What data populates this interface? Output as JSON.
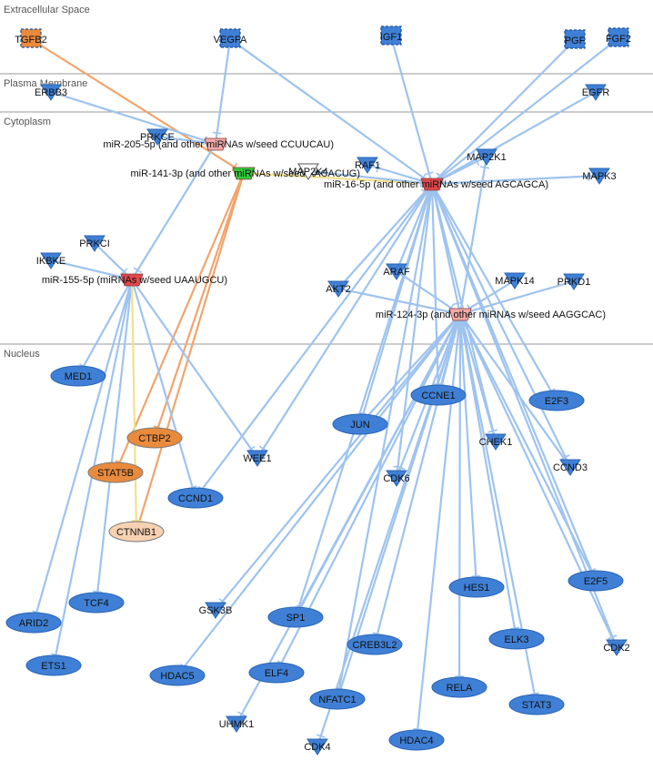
{
  "regions": [
    {
      "id": "extracellular",
      "label": "Extracellular Space"
    },
    {
      "id": "plasma",
      "label": "Plasma Membrane"
    },
    {
      "id": "cytoplasm",
      "label": "Cytoplasm"
    },
    {
      "id": "nucleus",
      "label": "Nucleus"
    }
  ],
  "colors": {
    "edge_default": "#9ec3ee",
    "edge_orange": "#f2a46d",
    "edge_yellow": "#f3e08c",
    "node_blue": "#3f80d6",
    "node_blue_stroke": "#2a64b4",
    "node_orange": "#e98a3d",
    "node_light_orange": "#f7d2b2",
    "mirna_red": "#e0474b",
    "mirna_pink": "#f1aaa8",
    "mirna_green": "#32c83a",
    "region_line": "#999999"
  },
  "nodes": [
    {
      "id": "TGFB2",
      "label": "TGFB2",
      "shape": "dashed-square",
      "color": "orange"
    },
    {
      "id": "VEGFA",
      "label": "VEGFA",
      "shape": "dashed-square",
      "color": "blue"
    },
    {
      "id": "IGF1",
      "label": "IGF1",
      "shape": "dashed-square",
      "color": "blue"
    },
    {
      "id": "PGF",
      "label": "PGF",
      "shape": "dashed-square",
      "color": "blue"
    },
    {
      "id": "FGF2",
      "label": "FGF2",
      "shape": "dashed-square",
      "color": "blue"
    },
    {
      "id": "ERBB3",
      "label": "ERBB3",
      "shape": "triangle",
      "color": "blue"
    },
    {
      "id": "EGFR",
      "label": "EGFR",
      "shape": "triangle",
      "color": "blue"
    },
    {
      "id": "miR205",
      "label": "miR-205-5p (and other miRNAs w/seed CCUUCAU)",
      "shape": "mirna",
      "color": "pink"
    },
    {
      "id": "PRKCE",
      "label": "PRKCE",
      "shape": "triangle",
      "color": "blue"
    },
    {
      "id": "miR141",
      "label": "miR-141-3p (and other miRNAs w/seed AACACUG)",
      "shape": "mirna",
      "color": "green"
    },
    {
      "id": "MAP2K4",
      "label": "MAP2K4",
      "shape": "triangle-outline",
      "color": "none"
    },
    {
      "id": "RAF1",
      "label": "RAF1",
      "shape": "triangle",
      "color": "blue"
    },
    {
      "id": "miR16",
      "label": "miR-16-5p (and other miRNAs w/seed AGCAGCA)",
      "shape": "mirna",
      "color": "red"
    },
    {
      "id": "MAP2K1",
      "label": "MAP2K1",
      "shape": "triangle",
      "color": "blue"
    },
    {
      "id": "MAPK3",
      "label": "MAPK3",
      "shape": "triangle",
      "color": "blue"
    },
    {
      "id": "PRKCI",
      "label": "PRKCI",
      "shape": "triangle",
      "color": "blue"
    },
    {
      "id": "IKBKE",
      "label": "IKBKE",
      "shape": "triangle",
      "color": "blue"
    },
    {
      "id": "miR155",
      "label": "miR-155-5p (miRNAs w/seed UAAUGCU)",
      "shape": "mirna",
      "color": "red"
    },
    {
      "id": "ARAF",
      "label": "ARAF",
      "shape": "triangle",
      "color": "blue"
    },
    {
      "id": "MAPK14",
      "label": "MAPK14",
      "shape": "triangle",
      "color": "blue"
    },
    {
      "id": "PRKD1",
      "label": "PRKD1",
      "shape": "triangle",
      "color": "blue"
    },
    {
      "id": "AKT2",
      "label": "AKT2",
      "shape": "triangle",
      "color": "blue"
    },
    {
      "id": "miR124",
      "label": "miR-124-3p (and other miRNAs w/seed AAGGCAC)",
      "shape": "mirna",
      "color": "pink"
    },
    {
      "id": "MED1",
      "label": "MED1",
      "shape": "ellipse",
      "color": "blue"
    },
    {
      "id": "CCNE1",
      "label": "CCNE1",
      "shape": "ellipse",
      "color": "blue"
    },
    {
      "id": "E2F3",
      "label": "E2F3",
      "shape": "ellipse",
      "color": "blue"
    },
    {
      "id": "JUN",
      "label": "JUN",
      "shape": "ellipse",
      "color": "blue"
    },
    {
      "id": "CHEK1",
      "label": "CHEK1",
      "shape": "triangle",
      "color": "blue"
    },
    {
      "id": "CTBP2",
      "label": "CTBP2",
      "shape": "ellipse",
      "color": "orange"
    },
    {
      "id": "STAT5B",
      "label": "STAT5B",
      "shape": "ellipse",
      "color": "orange"
    },
    {
      "id": "WEE1",
      "label": "WEE1",
      "shape": "triangle",
      "color": "blue"
    },
    {
      "id": "CDK6",
      "label": "CDK6",
      "shape": "triangle",
      "color": "blue"
    },
    {
      "id": "CCND3",
      "label": "CCND3",
      "shape": "triangle",
      "color": "blue"
    },
    {
      "id": "CCND1",
      "label": "CCND1",
      "shape": "ellipse",
      "color": "blue"
    },
    {
      "id": "CTNNB1",
      "label": "CTNNB1",
      "shape": "ellipse",
      "color": "light-orange"
    },
    {
      "id": "E2F5",
      "label": "E2F5",
      "shape": "ellipse",
      "color": "blue"
    },
    {
      "id": "HES1",
      "label": "HES1",
      "shape": "ellipse",
      "color": "blue"
    },
    {
      "id": "ARID2",
      "label": "ARID2",
      "shape": "ellipse",
      "color": "blue"
    },
    {
      "id": "TCF4",
      "label": "TCF4",
      "shape": "ellipse",
      "color": "blue"
    },
    {
      "id": "GSK3B",
      "label": "GSK3B",
      "shape": "triangle",
      "color": "blue"
    },
    {
      "id": "SP1",
      "label": "SP1",
      "shape": "ellipse",
      "color": "blue"
    },
    {
      "id": "CREB3L2",
      "label": "CREB3L2",
      "shape": "ellipse",
      "color": "blue"
    },
    {
      "id": "ELK3",
      "label": "ELK3",
      "shape": "ellipse",
      "color": "blue"
    },
    {
      "id": "CDK2",
      "label": "CDK2",
      "shape": "triangle",
      "color": "blue"
    },
    {
      "id": "ETS1",
      "label": "ETS1",
      "shape": "ellipse",
      "color": "blue"
    },
    {
      "id": "HDAC5",
      "label": "HDAC5",
      "shape": "ellipse",
      "color": "blue"
    },
    {
      "id": "ELF4",
      "label": "ELF4",
      "shape": "ellipse",
      "color": "blue"
    },
    {
      "id": "RELA",
      "label": "RELA",
      "shape": "ellipse",
      "color": "blue"
    },
    {
      "id": "STAT3",
      "label": "STAT3",
      "shape": "ellipse",
      "color": "blue"
    },
    {
      "id": "NFATC1",
      "label": "NFATC1",
      "shape": "ellipse",
      "color": "blue"
    },
    {
      "id": "UHMK1",
      "label": "UHMK1",
      "shape": "triangle",
      "color": "blue"
    },
    {
      "id": "CDK4",
      "label": "CDK4",
      "shape": "triangle",
      "color": "blue"
    },
    {
      "id": "HDAC4",
      "label": "HDAC4",
      "shape": "ellipse",
      "color": "blue"
    }
  ],
  "edges": [
    {
      "from": "TGFB2",
      "to": "miR141",
      "color": "orange"
    },
    {
      "from": "VEGFA",
      "to": "miR205",
      "color": "blue"
    },
    {
      "from": "VEGFA",
      "to": "miR16",
      "color": "blue"
    },
    {
      "from": "IGF1",
      "to": "miR16",
      "color": "blue"
    },
    {
      "from": "PGF",
      "to": "miR16",
      "color": "blue"
    },
    {
      "from": "FGF2",
      "to": "miR16",
      "color": "blue"
    },
    {
      "from": "ERBB3",
      "to": "miR205",
      "color": "blue"
    },
    {
      "from": "EGFR",
      "to": "miR16",
      "color": "blue"
    },
    {
      "from": "miR205",
      "to": "PRKCE",
      "color": "blue"
    },
    {
      "from": "miR205",
      "to": "miR155",
      "color": "blue"
    },
    {
      "from": "miR141",
      "to": "miR16",
      "color": "yellow"
    },
    {
      "from": "miR141",
      "to": "CTBP2",
      "color": "orange"
    },
    {
      "from": "miR141",
      "to": "STAT5B",
      "color": "orange"
    },
    {
      "from": "miR141",
      "to": "CTNNB1",
      "color": "orange"
    },
    {
      "from": "miR16",
      "to": "RAF1",
      "color": "blue"
    },
    {
      "from": "miR16",
      "to": "MAP2K1",
      "color": "blue"
    },
    {
      "from": "miR16",
      "to": "MAPK3",
      "color": "blue"
    },
    {
      "from": "miR16",
      "to": "CCND1",
      "color": "blue"
    },
    {
      "from": "miR16",
      "to": "CDK6",
      "color": "blue"
    },
    {
      "from": "miR16",
      "to": "CCNE1",
      "color": "blue"
    },
    {
      "from": "miR16",
      "to": "CHEK1",
      "color": "blue"
    },
    {
      "from": "miR16",
      "to": "E2F3",
      "color": "blue"
    },
    {
      "from": "miR16",
      "to": "CCND3",
      "color": "blue"
    },
    {
      "from": "miR16",
      "to": "JUN",
      "color": "blue"
    },
    {
      "from": "miR16",
      "to": "CDK2",
      "color": "blue"
    },
    {
      "from": "miR16",
      "to": "E2F5",
      "color": "blue"
    },
    {
      "from": "miR16",
      "to": "WEE1",
      "color": "blue"
    },
    {
      "from": "PRKCI",
      "to": "miR155",
      "color": "blue"
    },
    {
      "from": "IKBKE",
      "to": "miR155",
      "color": "blue"
    },
    {
      "from": "miR155",
      "to": "MED1",
      "color": "blue"
    },
    {
      "from": "miR155",
      "to": "WEE1",
      "color": "blue"
    },
    {
      "from": "miR155",
      "to": "CCND1",
      "color": "blue"
    },
    {
      "from": "miR155",
      "to": "ARID2",
      "color": "blue"
    },
    {
      "from": "miR155",
      "to": "TCF4",
      "color": "blue"
    },
    {
      "from": "miR155",
      "to": "ETS1",
      "color": "blue"
    },
    {
      "from": "miR155",
      "to": "CTNNB1",
      "color": "yellow"
    },
    {
      "from": "ARAF",
      "to": "miR124",
      "color": "blue"
    },
    {
      "from": "MAPK14",
      "to": "miR124",
      "color": "blue"
    },
    {
      "from": "PRKD1",
      "to": "miR124",
      "color": "blue"
    },
    {
      "from": "AKT2",
      "to": "miR124",
      "color": "blue"
    },
    {
      "from": "miR124",
      "to": "JUN",
      "color": "blue"
    },
    {
      "from": "miR124",
      "to": "CDK6",
      "color": "blue"
    },
    {
      "from": "miR124",
      "to": "GSK3B",
      "color": "blue"
    },
    {
      "from": "miR124",
      "to": "SP1",
      "color": "blue"
    },
    {
      "from": "miR124",
      "to": "HDAC5",
      "color": "blue"
    },
    {
      "from": "miR124",
      "to": "ELF4",
      "color": "blue"
    },
    {
      "from": "miR124",
      "to": "UHMK1",
      "color": "blue"
    },
    {
      "from": "miR124",
      "to": "CDK4",
      "color": "blue"
    },
    {
      "from": "miR124",
      "to": "NFATC1",
      "color": "blue"
    },
    {
      "from": "miR124",
      "to": "CREB3L2",
      "color": "blue"
    },
    {
      "from": "miR124",
      "to": "HDAC4",
      "color": "blue"
    },
    {
      "from": "miR124",
      "to": "RELA",
      "color": "blue"
    },
    {
      "from": "miR124",
      "to": "HES1",
      "color": "blue"
    },
    {
      "from": "miR124",
      "to": "ELK3",
      "color": "blue"
    },
    {
      "from": "miR124",
      "to": "STAT3",
      "color": "blue"
    },
    {
      "from": "miR124",
      "to": "CDK2",
      "color": "blue"
    },
    {
      "from": "miR124",
      "to": "E2F5",
      "color": "blue"
    },
    {
      "from": "miR124",
      "to": "CCND3",
      "color": "blue"
    },
    {
      "from": "miR124",
      "to": "CHEK1",
      "color": "blue"
    },
    {
      "from": "miR124",
      "to": "CCNE1",
      "color": "blue"
    },
    {
      "from": "miR124",
      "to": "MAP2K1",
      "color": "blue"
    },
    {
      "from": "AKT2",
      "to": "miR16",
      "color": "blue"
    },
    {
      "from": "ARAF",
      "to": "miR16",
      "color": "blue"
    },
    {
      "from": "MAP2K4",
      "to": "miR16",
      "color": "blue"
    },
    {
      "from": "miR16",
      "to": "miR124",
      "color": "blue"
    },
    {
      "from": "SP1",
      "to": "miR16",
      "color": "blue"
    },
    {
      "from": "NFATC1",
      "to": "miR16",
      "color": "blue"
    }
  ]
}
